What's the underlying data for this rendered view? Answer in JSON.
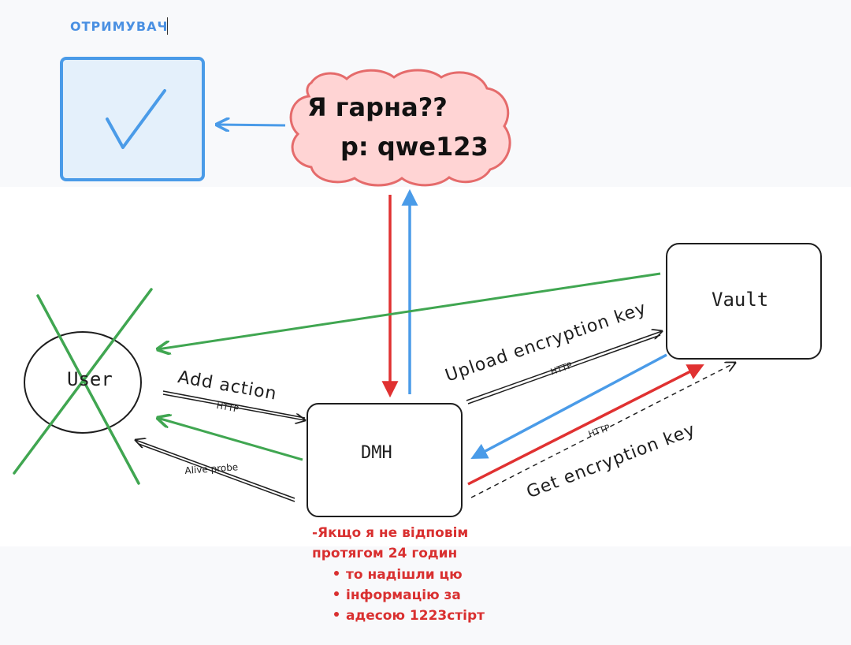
{
  "recipient": {
    "label": "ОТРИМУВАЧ"
  },
  "message": {
    "line1": "Я гарна??",
    "line2": "p: qwe123"
  },
  "nodes": {
    "user": "User",
    "dmh": "DMH",
    "vault": "Vault"
  },
  "edges": {
    "add_action": "Add action",
    "add_action_protocol": "HTTP",
    "alive_probe": "Alive probe",
    "upload_key": "Upload encryption key",
    "upload_key_protocol": "HTTP",
    "get_key": "Get encryption key",
    "get_key_protocol": "HTTP"
  },
  "note": {
    "line1": "-Якщо  я не відповім",
    "line2": "протягом 24 годин",
    "bullets": [
      "то надішли цю",
      "інформацію за",
      "адесою 1223стірт"
    ]
  },
  "colors": {
    "red": "#e03131",
    "blue": "#4a9be8",
    "green": "#40a651",
    "cloud_fill": "#ffd4d4",
    "cloud_stroke": "#e56b6b",
    "check_fill": "#e4f0fb",
    "check_stroke": "#4a9be8"
  },
  "icons": {
    "checkbox": "checkmark-icon",
    "user_cross": "cross-out-icon"
  }
}
